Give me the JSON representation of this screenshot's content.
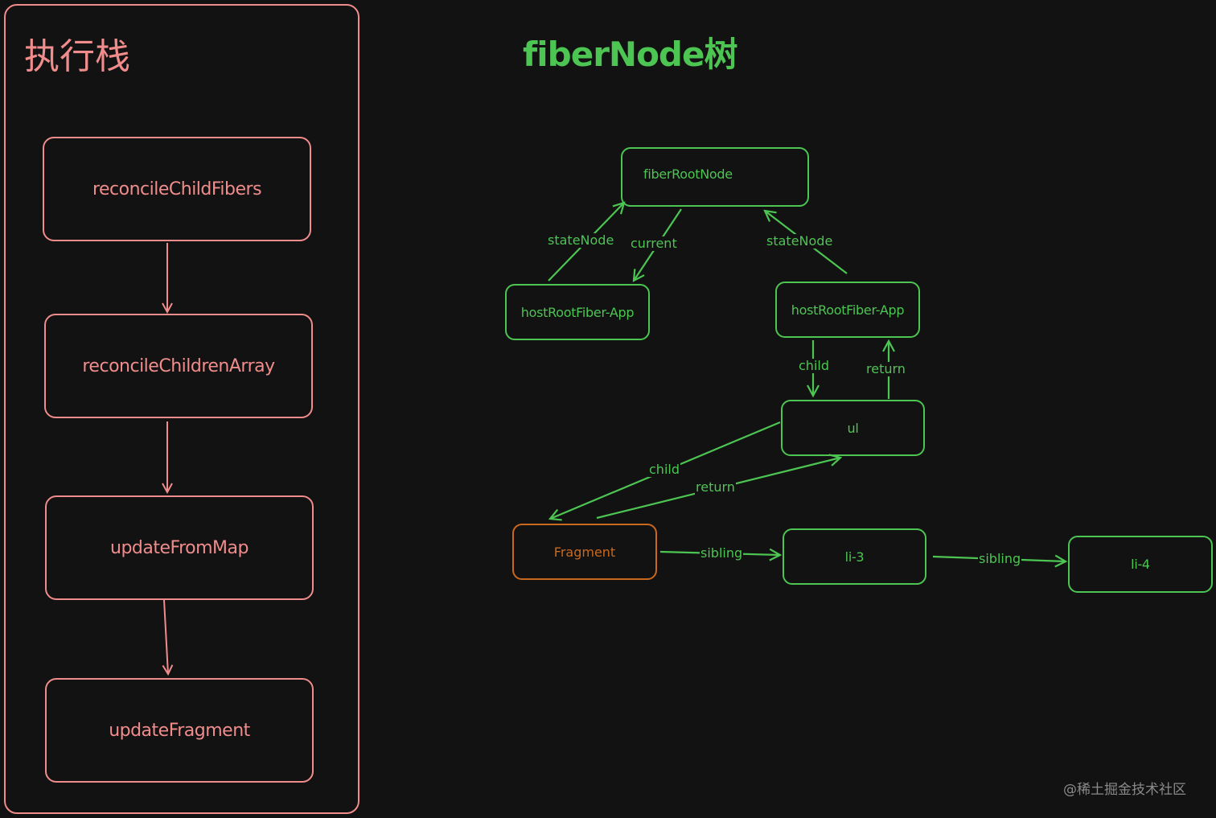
{
  "stack": {
    "title": "执行栈",
    "frames": [
      {
        "label": "reconcileChildFibers"
      },
      {
        "label": "reconcileChildrenArray"
      },
      {
        "label": "updateFromMap"
      },
      {
        "label": "updateFragment"
      }
    ]
  },
  "tree": {
    "title": "fiberNode树",
    "nodes": {
      "fiberRootNode": "fiberRootNode",
      "hostRootFiberLeft": "hostRootFiber-App",
      "hostRootFiberRight": "hostRootFiber-App",
      "ul": "ul",
      "fragment": "Fragment",
      "li3": "li-3",
      "li4": "li-4"
    },
    "edge_labels": {
      "stateNodeLeft": "stateNode",
      "current": "current",
      "stateNodeRight": "stateNode",
      "childHost": "child",
      "returnHost": "return",
      "childUl": "child",
      "returnUl": "return",
      "sibling1": "sibling",
      "sibling2": "sibling"
    }
  },
  "colors": {
    "background": "#121212",
    "stack_accent": "#f08c8c",
    "tree_accent": "#4cc552",
    "highlight_node": "#c9691f",
    "watermark": "#8a8a8a"
  },
  "watermark": "@稀土掘金技术社区"
}
